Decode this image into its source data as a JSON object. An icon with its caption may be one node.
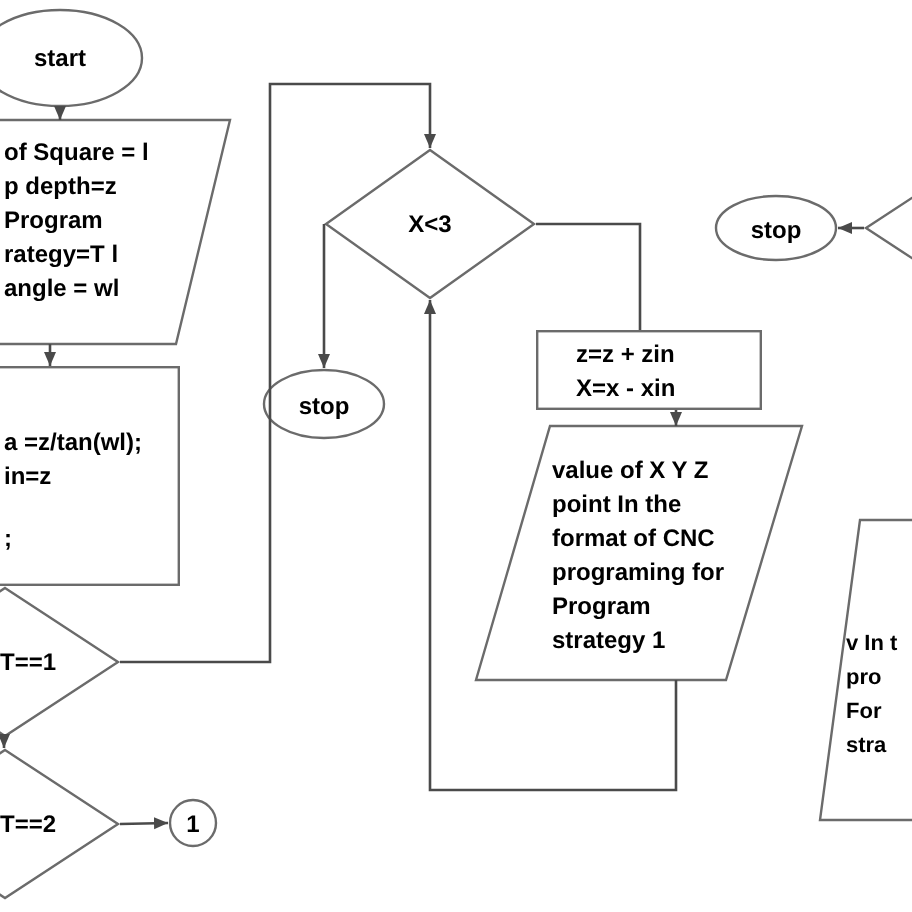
{
  "diagram": {
    "nodes": [
      {
        "text": [
          "start"
        ]
      },
      {
        "text": [
          "of Square = l p depth=z Program rategy=T l angle = wl"
        ]
      },
      {
        "text": [
          "a =z/tan(wl); in=z",
          ";"
        ]
      },
      {
        "text": [
          "T==1"
        ]
      },
      {
        "text": [
          "T==2"
        ]
      },
      {
        "text": [
          "1"
        ]
      },
      {
        "text": [
          "X<3"
        ]
      },
      {
        "text": [
          "stop"
        ]
      },
      {
        "text": [
          "z=z + zin X=x - xin"
        ]
      },
      {
        "text": [
          "value of X Y Z point In the format of CNC programing for Program strategy 1"
        ]
      },
      {
        "text": [
          "stop"
        ]
      },
      {
        "text": [],
        "shape": "diamond"
      },
      {
        "text": [
          "v In t pro For stra"
        ]
      }
    ],
    "edges": [
      {
        "from": 0,
        "to": 1,
        "arrow": "to"
      },
      {
        "from": 1,
        "to": 2,
        "arrow": "to"
      },
      {
        "from": 3,
        "to": 6,
        "arrow": "to"
      },
      {
        "from": 3,
        "to": 4,
        "arrow": "to"
      },
      {
        "from": 4,
        "to": 5,
        "arrow": "to"
      },
      {
        "from": 6,
        "to": 7,
        "arrow": "to"
      },
      {
        "from": 6,
        "to": 8,
        "arrow": "none"
      },
      {
        "from": 8,
        "to": 9,
        "arrow": "to"
      },
      {
        "from": 9,
        "to": 6,
        "arrow": "to"
      },
      {
        "from": 11,
        "to": 10,
        "arrow": "to"
      }
    ]
  }
}
